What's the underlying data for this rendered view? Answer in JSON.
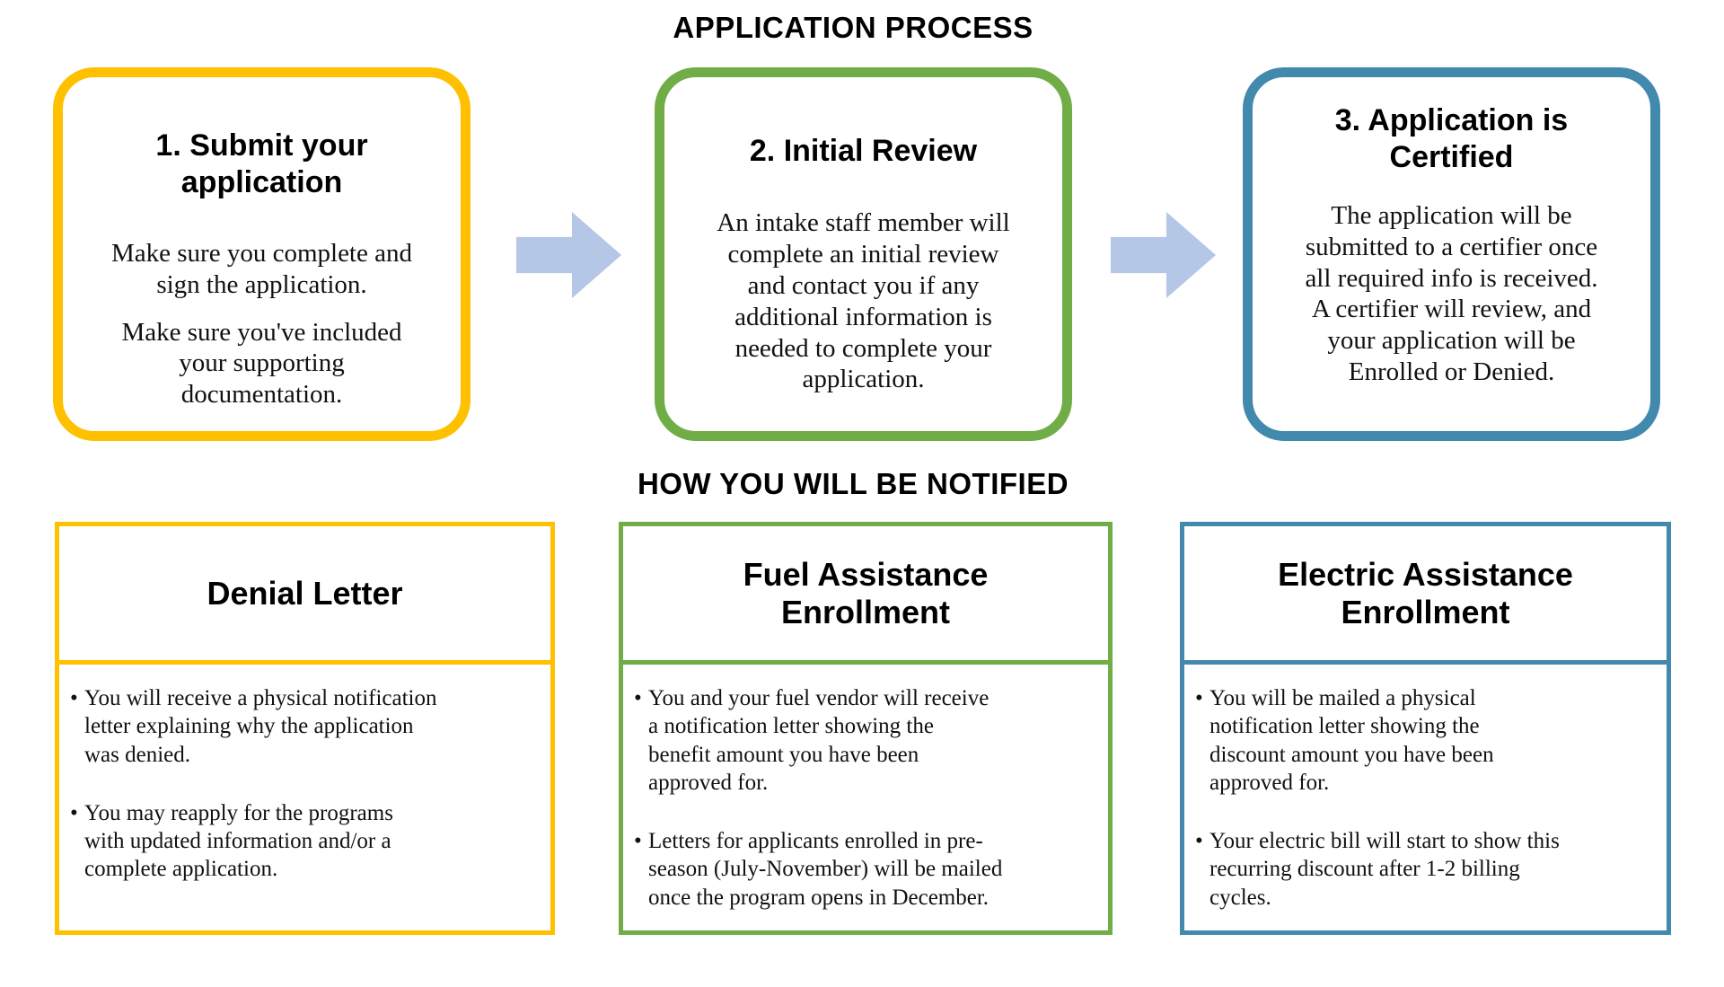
{
  "headers": {
    "process": "APPLICATION PROCESS",
    "notified": "HOW YOU WILL BE NOTIFIED"
  },
  "colors": {
    "yellow": "#FFC000",
    "green": "#70AD47",
    "blue": "#4289AE",
    "arrow": "#B4C7E7"
  },
  "process_steps": [
    {
      "title": "1. Submit your\napplication",
      "border_color": "yellow",
      "paragraphs": [
        "Make sure you complete and\nsign the application.",
        "Make sure you've included\nyour supporting\ndocumentation."
      ]
    },
    {
      "title": "2. Initial Review",
      "border_color": "green",
      "paragraphs": [
        "An intake staff member will\ncomplete an initial review\nand contact you if any\nadditional information is\nneeded to complete your\napplication."
      ]
    },
    {
      "title": "3. Application is\nCertified",
      "border_color": "blue",
      "paragraphs": [
        "The application will be\nsubmitted to a certifier once\nall required info is received.\nA certifier will review, and\nyour application will be\nEnrolled or Denied."
      ]
    }
  ],
  "notification_boxes": [
    {
      "title": "Denial Letter",
      "border_color": "yellow",
      "bullets": [
        "You will receive a physical notification\nletter explaining why the application\nwas denied.",
        "You may reapply for the programs\nwith updated information and/or a\ncomplete application."
      ]
    },
    {
      "title": "Fuel Assistance\nEnrollment",
      "border_color": "green",
      "bullets": [
        "You and your fuel vendor will receive\na notification letter showing the\nbenefit amount you have been\napproved for.",
        "Letters for applicants enrolled in pre-\nseason (July-November) will be mailed\nonce the program opens in December."
      ]
    },
    {
      "title": "Electric Assistance\nEnrollment",
      "border_color": "blue",
      "bullets": [
        "You will be mailed a physical\nnotification letter showing the\ndiscount amount you have been\napproved for.",
        "Your electric bill will start to show this\nrecurring discount after 1-2 billing\ncycles."
      ]
    }
  ]
}
